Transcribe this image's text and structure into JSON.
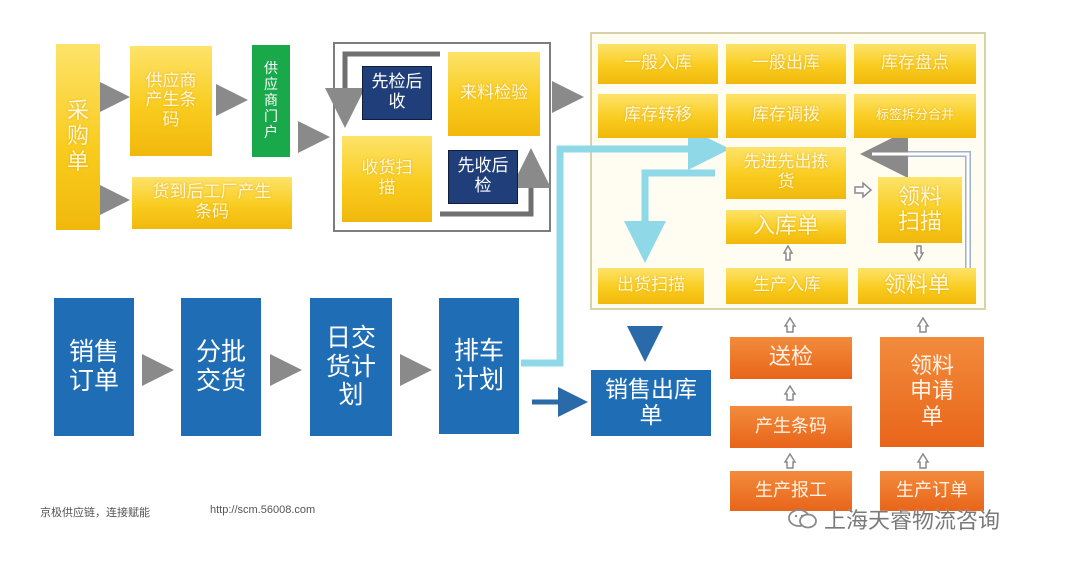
{
  "nodes": {
    "purchase_order": "采购单",
    "supplier_barcode": "供应商产生条码",
    "supplier_portal": "供应商门户",
    "arrival_barcode": "货到后工厂产生条码",
    "inspect_then_receive": "先检后收",
    "incoming_inspection": "来料检验",
    "receive_scan": "收货扫描",
    "receive_then_inspect": "先收后检",
    "general_inbound": "一般入库",
    "general_outbound": "一般出库",
    "stock_count": "库存盘点",
    "stock_transfer": "库存转移",
    "stock_adjust": "库存调拨",
    "barcode_split_merge": "标签拆分合并",
    "fifo_picking": "先进先出拣货",
    "material_scan": "领料扫描",
    "inbound_doc": "入库单",
    "outbound_scan": "出货扫描",
    "production_inbound": "生产入库",
    "material_doc": "领料单",
    "sales_order": "销售订单",
    "batch_delivery": "分批交货",
    "daily_delivery_plan": "日交货计划",
    "truck_schedule": "排车计划",
    "sales_outbound": "销售出库单",
    "send_inspection": "送检",
    "material_request": "领料申请单",
    "generate_barcode": "产生条码",
    "production_report": "生产报工",
    "production_order": "生产订单"
  },
  "footer": {
    "left_text": "京极供应链，连接赋能",
    "url": "http://scm.56008.com",
    "watermark": "上海天睿物流咨询"
  },
  "colors": {
    "yellow": "#f9cc1f",
    "blue": "#1f6db4",
    "navy": "#203f7a",
    "green": "#19a94b",
    "orange": "#e8651a",
    "cyan_arrow": "#8fd8e8",
    "grey_arrow": "#8a8a8a"
  }
}
